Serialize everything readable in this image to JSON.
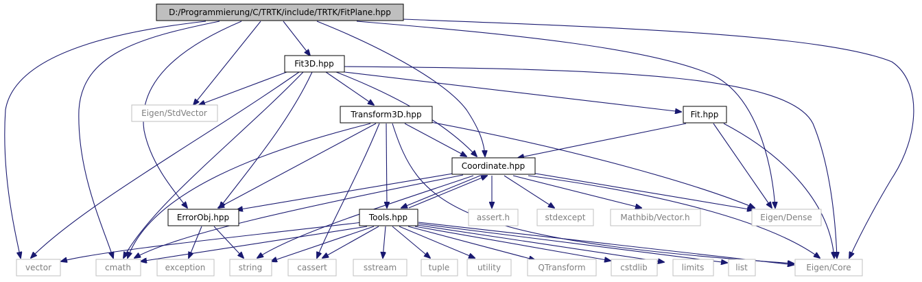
{
  "colors": {
    "edge": "#191970",
    "root_fill": "#bfbfbf",
    "file_border": "#000000",
    "external_border": "#bfbfbf",
    "external_text": "#7f7f7f"
  },
  "nodes": {
    "root": "D:/Programmierung/C/TRTK/include/TRTK/FitPlane.hpp",
    "fit3d": "Fit3D.hpp",
    "stdvector": "Eigen/StdVector",
    "transform3d": "Transform3D.hpp",
    "fit": "Fit.hpp",
    "coordinate": "Coordinate.hpp",
    "errorobj": "ErrorObj.hpp",
    "tools": "Tools.hpp",
    "asserth": "assert.h",
    "stdexcept": "stdexcept",
    "mathbib": "Mathbib/Vector.h",
    "dense": "Eigen/Dense",
    "vector": "vector",
    "cmath": "cmath",
    "exception": "exception",
    "string": "string",
    "cassert": "cassert",
    "sstream": "sstream",
    "tuple": "tuple",
    "utility": "utility",
    "qtransform": "QTransform",
    "cstdlib": "cstdlib",
    "limits": "limits",
    "list": "list",
    "core": "Eigen/Core"
  }
}
